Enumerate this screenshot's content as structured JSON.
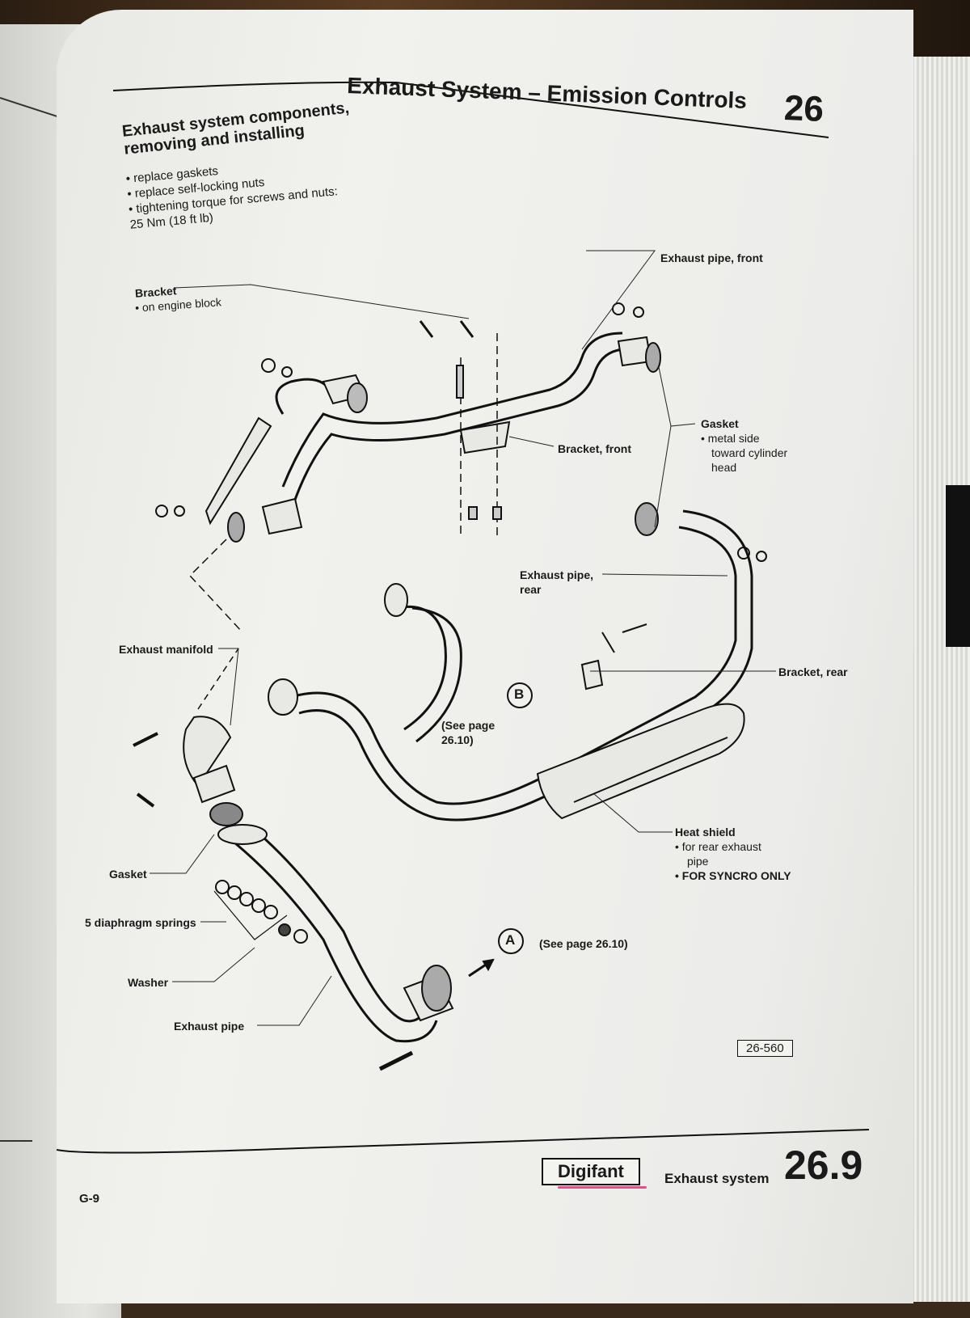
{
  "header": {
    "title": "Exhaust System – Emission Controls",
    "chapter": "26"
  },
  "section": {
    "title": "Exhaust system components, removing and installing",
    "notes": [
      "• replace gaskets",
      "• replace self-locking nuts",
      "• tightening torque for screws and nuts:",
      "25 Nm (18 ft lb)"
    ]
  },
  "labels": {
    "exhaust_pipe_front": "Exhaust pipe, front",
    "bracket": "Bracket",
    "bracket_note": "• on engine block",
    "bracket_front": "Bracket, front",
    "gasket_top": "Gasket",
    "gasket_top_note1": "• metal side",
    "gasket_top_note2": "toward cylinder",
    "gasket_top_note3": "head",
    "exhaust_pipe_rear1": "Exhaust pipe,",
    "exhaust_pipe_rear2": "rear",
    "exhaust_manifold": "Exhaust manifold",
    "bracket_rear": "Bracket, rear",
    "callout_b": "B",
    "see_page_b1": "(See page",
    "see_page_b2": "26.10)",
    "heat_shield": "Heat shield",
    "heat_shield_note1": "• for rear exhaust",
    "heat_shield_note2": "pipe",
    "heat_shield_note3": "• FOR SYNCRO ONLY",
    "gasket_lower": "Gasket",
    "diaphragm_springs": "5 diaphragm springs",
    "washer": "Washer",
    "exhaust_pipe": "Exhaust pipe",
    "callout_a": "A",
    "see_page_a": "(See page 26.10)",
    "figure_number": "26-560"
  },
  "footer": {
    "engine": "Digifant",
    "section": "Exhaust system",
    "page_number": "26.9",
    "page_code": "G-9"
  }
}
